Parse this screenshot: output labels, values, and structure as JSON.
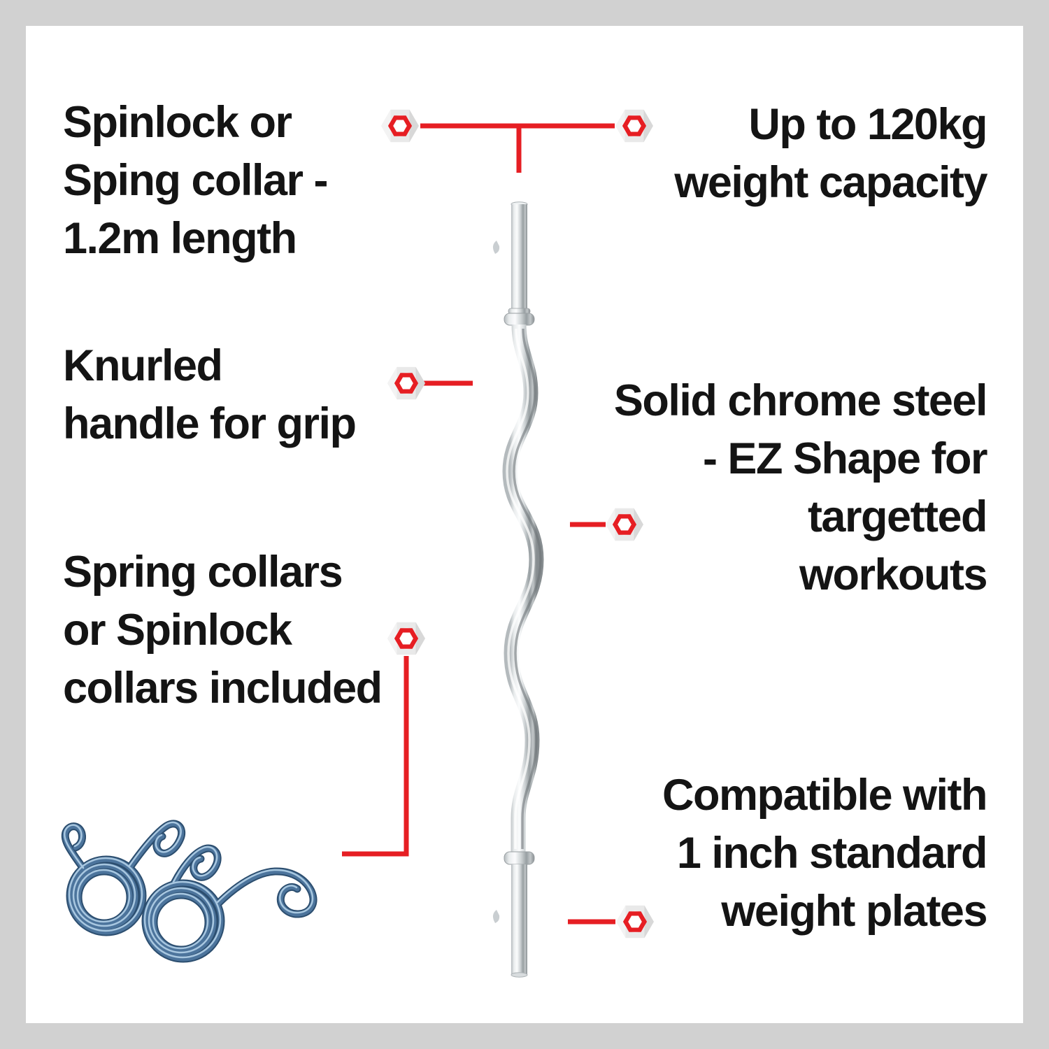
{
  "image": {
    "alt": "EZ curl barbell bar feature diagram with callout labels and spring collars photo"
  },
  "callouts": {
    "length": {
      "lines": [
        "Spinlock or",
        "Sping collar -",
        "1.2m length"
      ]
    },
    "capacity": {
      "lines": [
        "Up to 120kg",
        "weight capacity"
      ]
    },
    "knurled": {
      "lines": [
        "Knurled",
        "handle for grip"
      ]
    },
    "material": {
      "lines": [
        "Solid chrome steel",
        "- EZ Shape for",
        "targetted",
        "workouts"
      ]
    },
    "collars": {
      "lines": [
        "Spring collars",
        "or Spinlock",
        "collars included"
      ]
    },
    "plates": {
      "lines": [
        "Compatible with",
        "1 inch standard",
        "weight plates"
      ]
    }
  },
  "colors": {
    "accent_red": "#e61e23",
    "frame_gray": "#d1d1d1",
    "text_black": "#141414",
    "collar_blue": "#4c749c",
    "chrome_light": "#fbfcfd",
    "chrome_dark": "#878d90"
  },
  "icons": {
    "marker": "hex-nut-icon"
  }
}
